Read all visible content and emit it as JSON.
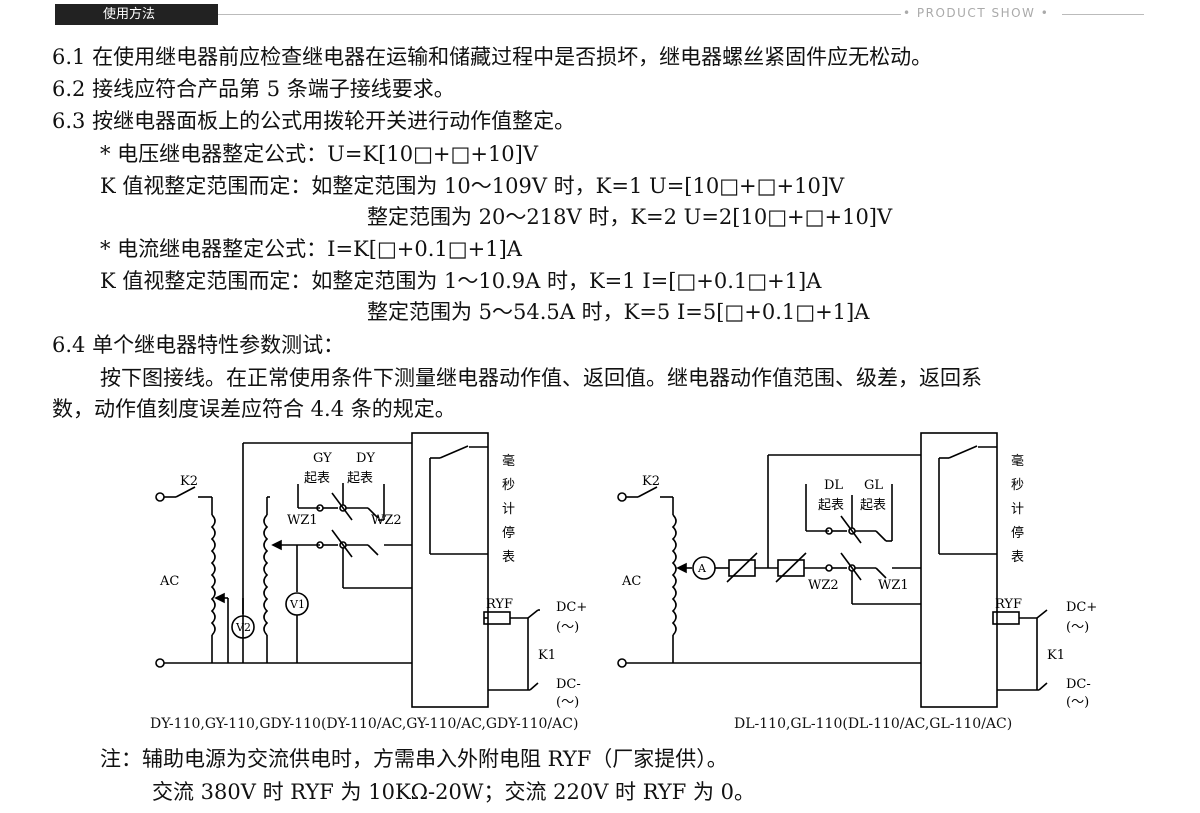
{
  "header": {
    "tab": "使用方法",
    "right": "• PRODUCT SHOW •"
  },
  "lines": [
    "6.1 在使用继电器前应检查继电器在运输和储藏过程中是否损坏，继电器螺丝紧固件应无松动。",
    "6.2 接线应符合产品第 5 条端子接线要求。",
    "6.3 按继电器面板上的公式用拨轮开关进行动作值整定。",
    "* 电压继电器整定公式：U=K[10□+□+10]V",
    "K 值视整定范围而定：如整定范围为 10～109V 时，K=1 U=[10□+□+10]V",
    "整定范围为 20～218V 时，K=2 U=2[10□+□+10]V",
    "* 电流继电器整定公式：I=K[□+0.1□+1]A",
    "K 值视整定范围而定：如整定范围为 1～10.9A 时，K=1 I=[□+0.1□+1]A",
    "整定范围为 5～54.5A 时，K=5 I=5[□+0.1□+1]A",
    "6.4 单个继电器特性参数测试：",
    "按下图接线。在正常使用条件下测量继电器动作值、返回值。继电器动作值范围、级差，返回系",
    "数，动作值刻度误差应符合 4.4 条的规定。",
    "注：辅助电源为交流供电时，方需串入外附电阻 RYF（厂家提供）。",
    "交流 380V 时 RYF 为 10KΩ-20W；交流 220V 时 RYF 为 0。"
  ],
  "diagram_left": {
    "caption": "DY-110,GY-110,GDY-110(DY-110/AC,GY-110/AC,GDY-110/AC)",
    "k2": "K2",
    "ac": "AC",
    "gy": "GY",
    "dy": "DY",
    "qibiao": "起表",
    "wz1": "WZ1",
    "wz2": "WZ2",
    "v1": "V1",
    "v2": "V2",
    "timer": [
      "毫",
      "秒",
      "计",
      "停",
      "表"
    ],
    "ryf": "RYF",
    "dcp": "DC+",
    "dcm": "DC-",
    "tilde": "(～)",
    "k1": "K1"
  },
  "diagram_right": {
    "caption": "DL-110,GL-110(DL-110/AC,GL-110/AC)",
    "k2": "K2",
    "ac": "AC",
    "dl": "DL",
    "gl": "GL",
    "qibiao": "起表",
    "wz1": "WZ1",
    "wz2": "WZ2",
    "a": "A",
    "timer": [
      "毫",
      "秒",
      "计",
      "停",
      "表"
    ],
    "ryf": "RYF",
    "dcp": "DC+",
    "dcm": "DC-",
    "tilde": "(～)",
    "k1": "K1"
  }
}
